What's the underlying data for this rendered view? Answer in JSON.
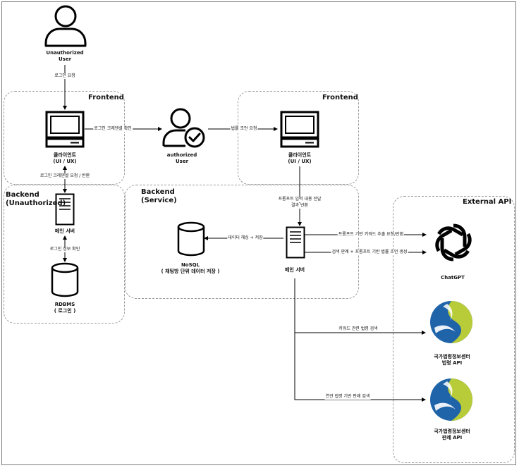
{
  "groups": {
    "frontend_left": "Frontend",
    "frontend_right": "Frontend",
    "backend_unauth": "Backend\n(Unauthorized)",
    "backend_service": "Backend\n(Service)",
    "external_api": "External API"
  },
  "nodes": {
    "unauth_user": [
      "Unauthorized",
      "User"
    ],
    "client_left": [
      "클라이언트",
      "(UI / UX)"
    ],
    "auth_user": [
      "authorized",
      "User"
    ],
    "client_right": [
      "클라이언트",
      "(UI / UX)"
    ],
    "main_server_left": [
      "메인 서버"
    ],
    "rdbms": [
      "RDBMS",
      "( 로그인 )"
    ],
    "nosql": [
      "NoSQL",
      "( 채팅방 단위 데이터 저장 )"
    ],
    "main_server_right": [
      "메인 서버"
    ],
    "chatgpt": [
      "ChatGPT"
    ],
    "law_api": [
      "국가법령정보센터",
      "법령 API"
    ],
    "prec_api": [
      "국가법령정보센터",
      "판례 API"
    ]
  },
  "edges": {
    "login_request": "로그인 요청",
    "login_credential_confirm": "로그인 크레덴셜 확인",
    "law_advice_request": "법률 조언 요청",
    "login_credential_req_resp": "로그인 크레덴셜 요청 / 반환",
    "login_info_check": "로그인 정보 확인",
    "prompt_forward": [
      "프롬프트 입력 내용 전달",
      "결과 반환"
    ],
    "data_hash_store": "데이터 해싱 + 저장",
    "keyword_extract": "프롬프트 기반 키워드 추출 요청/반환",
    "advice_generate": "검색 판례 + 프롬프트 기반 법률 조언 생성",
    "law_search": "키워드 관련 법령 검색",
    "prec_search": "연관 법령 기반 판례 검색"
  },
  "colors": {
    "stroke": "#000000",
    "dash": "#9a9a9a",
    "logo_blue": "#1f63a8",
    "logo_green": "#b8cc3a"
  }
}
